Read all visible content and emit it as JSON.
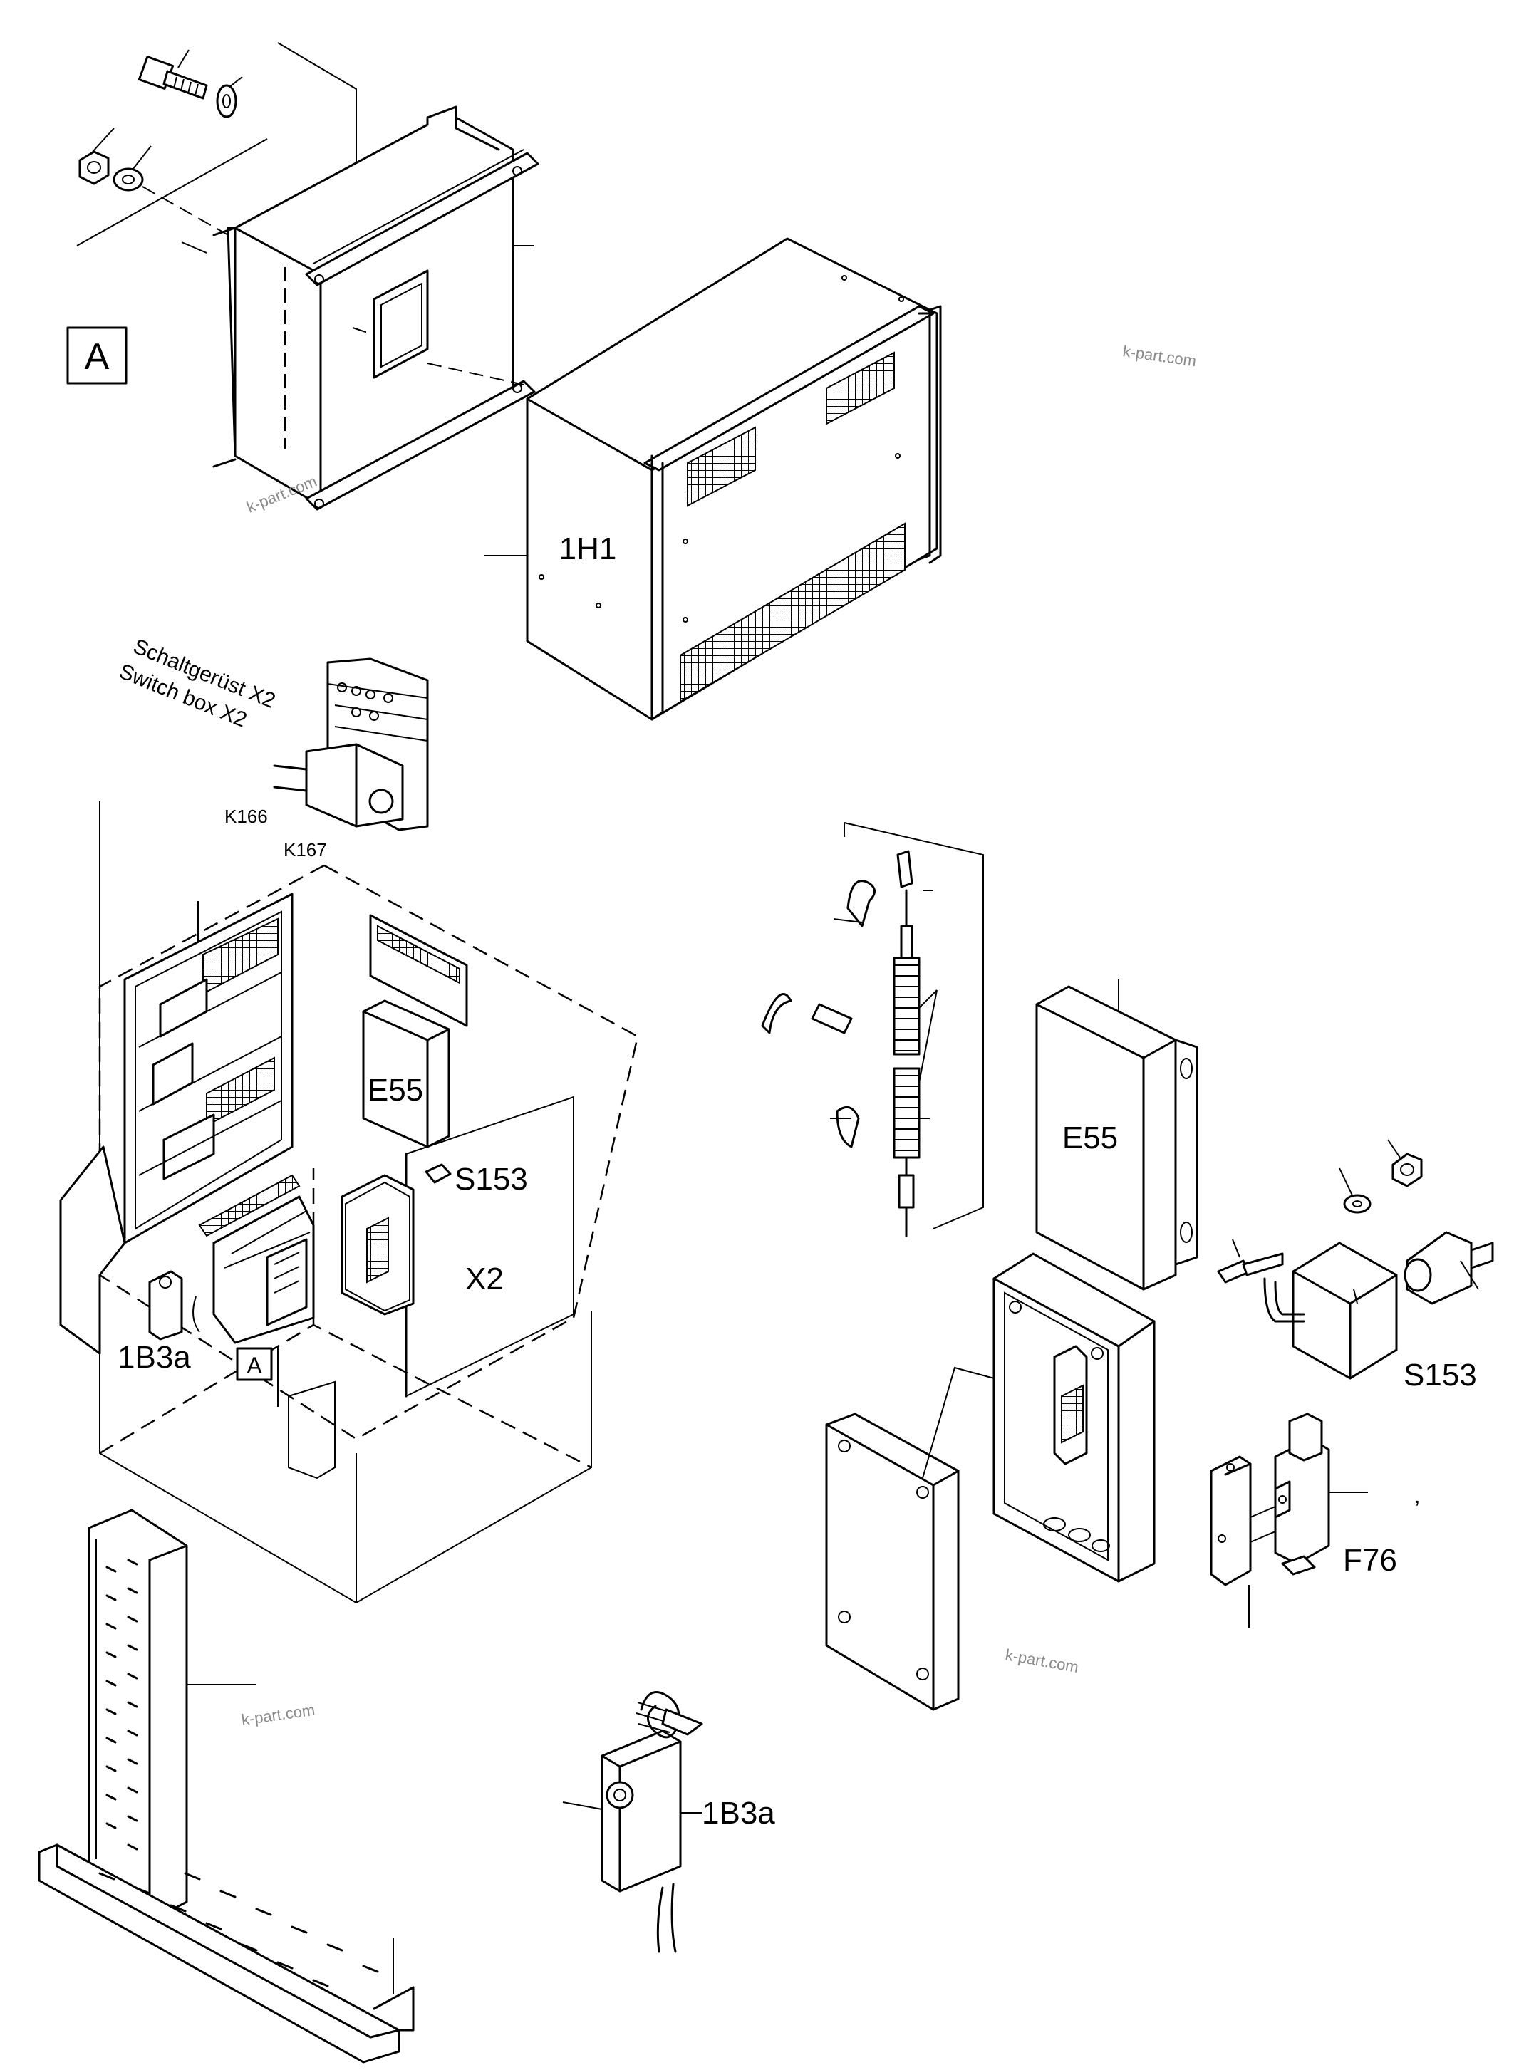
{
  "labels": {
    "view_a_box": "A",
    "view_a_small": "A",
    "heater_1h1": "1H1",
    "switch_box_de": "Schaltgerüst X2",
    "switch_box_en": "Switch box X2",
    "relay_k166": "K166",
    "relay_k167": "K167",
    "e55_cabinet": "E55",
    "e55_detail": "E55",
    "s153_cabinet": "S153",
    "s153_detail": "S153",
    "x2_cabinet": "X2",
    "b3a_cabinet": "1B3a",
    "b3a_detail": "1B3a",
    "f76": "F76",
    "stray_mark": ","
  },
  "watermarks": [
    "k-part.com",
    "k-part.com",
    "k-part.com",
    "k-part.com"
  ]
}
